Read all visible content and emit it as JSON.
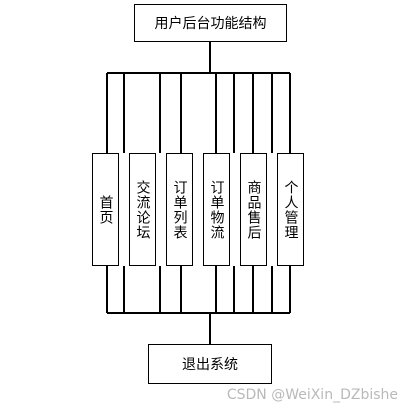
{
  "diagram": {
    "root_label": "用户后台功能结构",
    "modules": [
      {
        "label": "首页"
      },
      {
        "label": "交流论坛"
      },
      {
        "label": "订单列表"
      },
      {
        "label": "订单物流"
      },
      {
        "label": "商品售后"
      },
      {
        "label": "个人管理"
      }
    ],
    "exit_label": "退出系统"
  },
  "watermark": {
    "text": "CSDN @WeiXin_DZbishe"
  },
  "colors": {
    "line": "#000000",
    "box_border": "#000000",
    "background": "#ffffff",
    "watermark": "#b9b9b9"
  }
}
